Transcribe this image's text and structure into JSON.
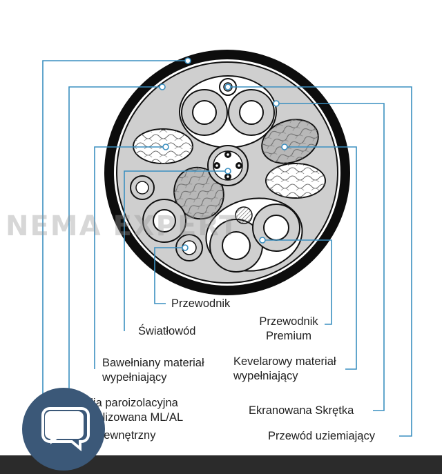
{
  "watermark": "NEMA EXPERT",
  "labels": {
    "przewodnik": "Przewodnik",
    "swiatlowod": "Światłowód",
    "przewodnik_premium": "Przewodnik\nPremium",
    "bawelniany": "Bawełniany materiał\nwypełniający",
    "kevlarowy": "Kevelarowy materiał\nwypełniający",
    "folia": "Folia paroizolacyjna\nmetalizowana ML/AL",
    "ekranowana": "Ekranowana Skrętka",
    "zewnetrzny": "zewnętrzny",
    "uziemiajacy": "Przewód uziemiający"
  },
  "colors": {
    "leader_line": "#3a8fc0",
    "jacket": "#0d0d0d",
    "fill_area": "#cfcfcf",
    "chat_button": "#3b5878",
    "bottom_bar": "#2b2b2b"
  },
  "icons": {
    "chat": "chat-bubble-icon"
  }
}
